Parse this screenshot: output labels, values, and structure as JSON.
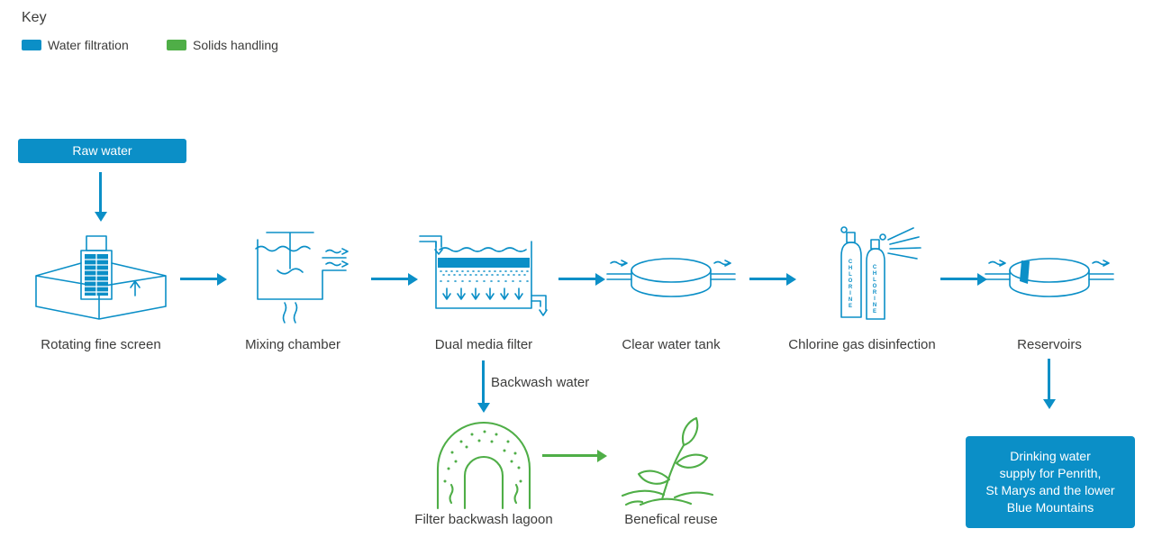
{
  "colors": {
    "water_filtration_blue": "#0b8fc7",
    "solids_handling_green": "#4fae47"
  },
  "key": {
    "title": "Key",
    "items": [
      {
        "label": "Water filtration",
        "color": "#0b8fc7"
      },
      {
        "label": "Solids handling",
        "color": "#4fae47"
      }
    ]
  },
  "flow": {
    "source_label": "Raw water",
    "stages": [
      {
        "label": "Rotating fine screen"
      },
      {
        "label": "Mixing chamber"
      },
      {
        "label": "Dual media filter"
      },
      {
        "label": "Clear water tank"
      },
      {
        "label": "Chlorine gas disinfection"
      },
      {
        "label": "Reservoirs"
      }
    ],
    "chlorine_cylinder_text": "CHLORINE",
    "backwash_label": "Backwash water",
    "lagoon_label": "Filter backwash lagoon",
    "reuse_label": "Benefical reuse",
    "supply_lines": [
      "Drinking water",
      "supply for Penrith,",
      "St Marys and the lower",
      "Blue Mountains"
    ]
  }
}
